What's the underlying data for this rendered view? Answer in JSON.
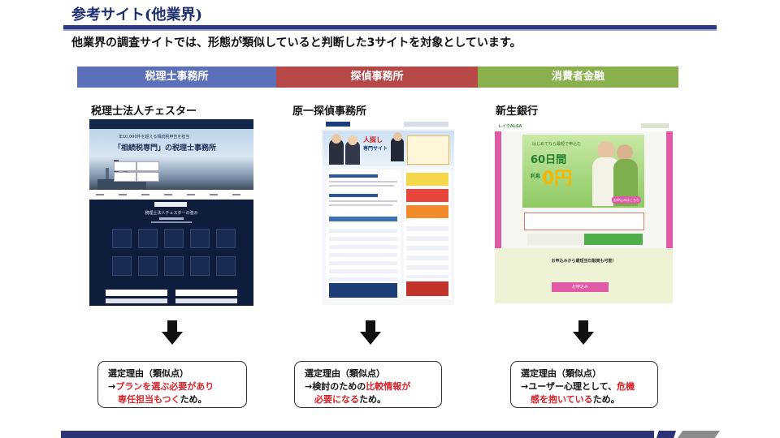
{
  "page": {
    "title": "参考サイト(他業界)",
    "lead": "他業界の調査サイトでは、形態が類似していると判断した3サイトを対象としています。"
  },
  "columns": [
    {
      "category": "税理士事務所",
      "category_color": "#5b70b9",
      "site_name": "税理士法人チェスター",
      "shot_text": {
        "hero_line": "年10,000件を超える相続税申告を担当",
        "hero_main": "「相続税専門」の税理士事務所",
        "panel_title": "税理士法人チェスターの強み"
      },
      "reason_head": "選定理由（類似点）",
      "reason_line1_plain": "→",
      "reason_line1_red": "プランを選ぶ必要があり",
      "reason_line2_plain": "",
      "reason_line2_red": "専任担当もつく",
      "reason_line2_tail": "ため。"
    },
    {
      "category": "探偵事務所",
      "category_color": "#b64848",
      "site_name": "原一探偵事務所",
      "shot_text": {
        "hero_badge": "人探し",
        "hero_main": "専門サイト"
      },
      "reason_head": "選定理由（類似点）",
      "reason_line1_plain": "→検討のための",
      "reason_line1_red": "比較情報が",
      "reason_line2_plain": "",
      "reason_line2_red": "必要になる",
      "reason_line2_tail": "ため。"
    },
    {
      "category": "消費者金融",
      "category_color": "#8ab04e",
      "site_name": "新生銀行",
      "shot_text": {
        "logo": "レイクALSA",
        "hero_small": "はじめてなら最短で申込む",
        "hero_days": "60日間",
        "hero_zero": "0円",
        "hero_interest": "利息",
        "hero_button": "お申込みはこちら",
        "notice": "お申込みから最短当日融資も可能！",
        "cta": "お申込み"
      },
      "reason_head": "選定理由（類似点）",
      "reason_line1_plain": "→ユーザー心理として、",
      "reason_line1_red": "危機",
      "reason_line2_plain": "",
      "reason_line2_red": "感を抱いている",
      "reason_line2_tail": "ため。"
    }
  ]
}
